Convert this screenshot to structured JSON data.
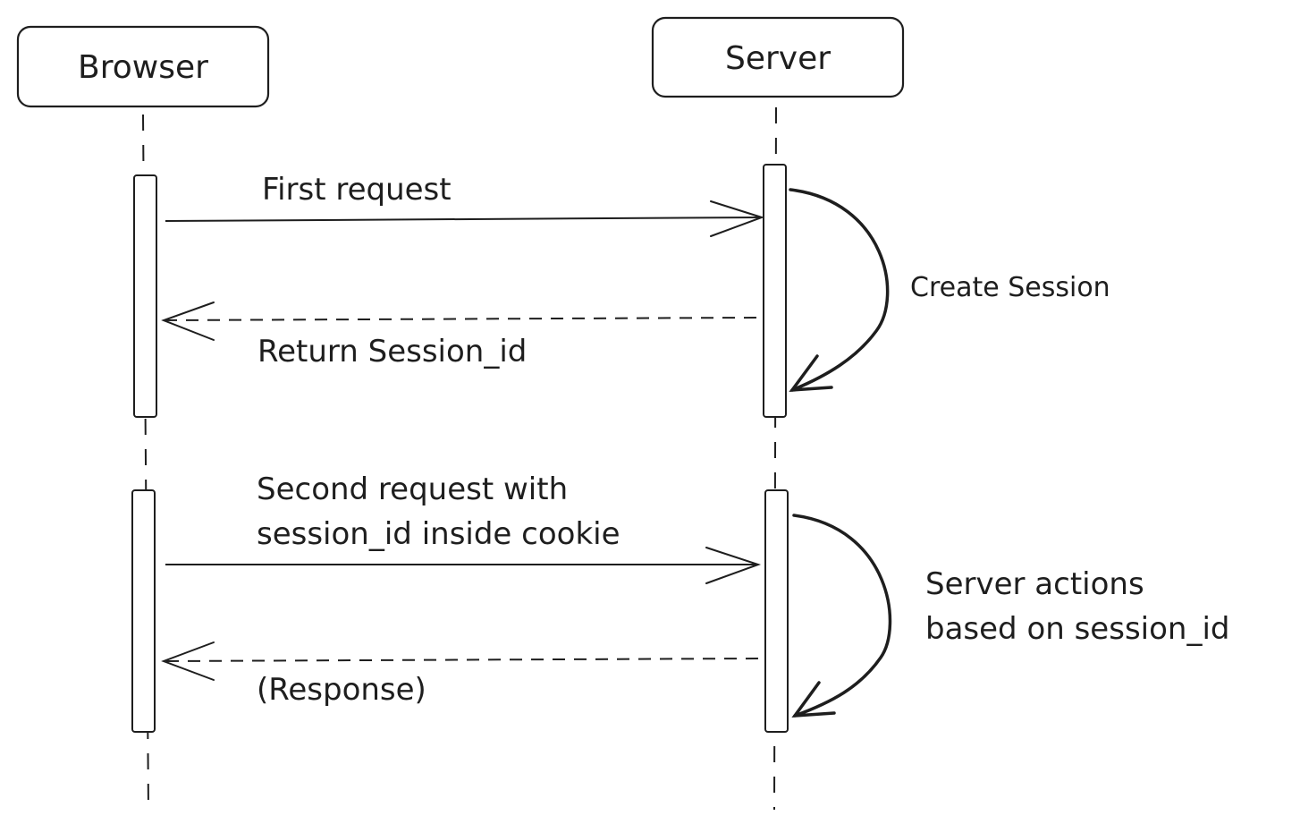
{
  "participants": {
    "browser": "Browser",
    "server": "Server"
  },
  "messages": {
    "first_request": "First request",
    "return_session": "Return Session_id",
    "second_request_line1": "Second request with",
    "second_request_line2": "session_id inside cookie",
    "response": "(Response)"
  },
  "notes": {
    "create_session": "Create Session",
    "server_actions_line1": "Server actions",
    "server_actions_line2": "based on session_id"
  },
  "colors": {
    "stroke": "#1e1e1e",
    "background": "#ffffff"
  }
}
